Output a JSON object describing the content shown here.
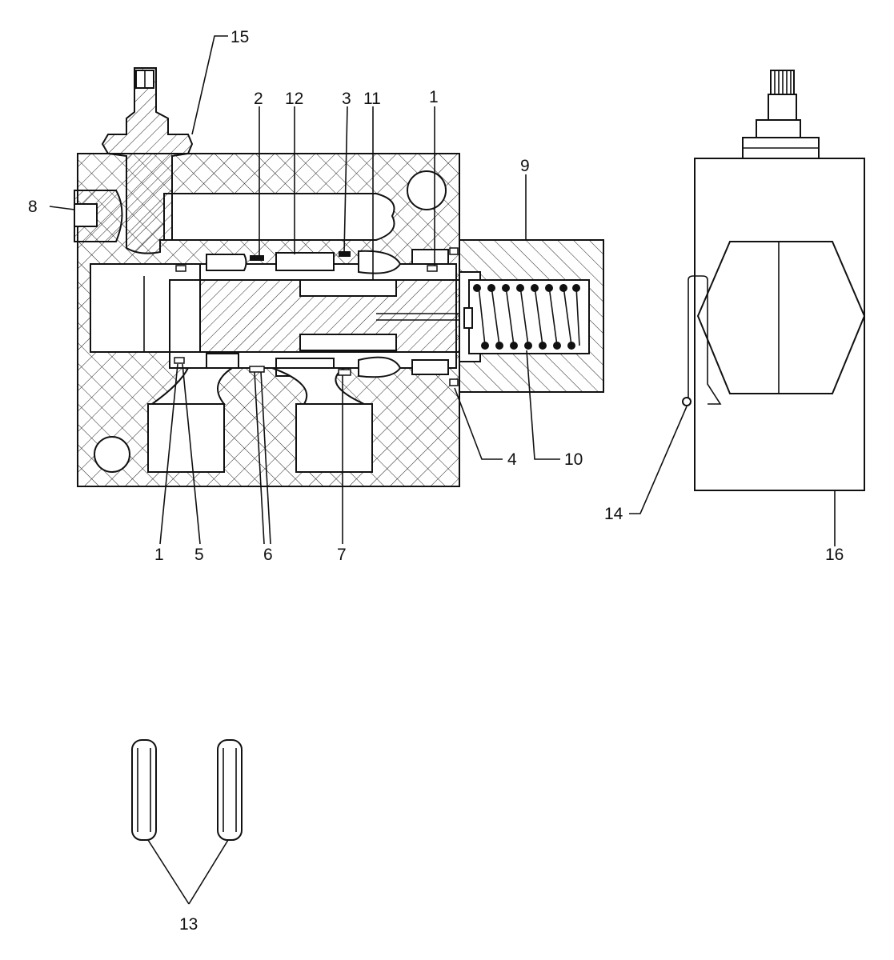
{
  "callouts": {
    "c1_top": "1",
    "c2": "2",
    "c3": "3",
    "c11": "11",
    "c12": "12",
    "c15": "15",
    "c8": "8",
    "c9": "9",
    "c4": "4",
    "c10": "10",
    "c1_bottom": "1",
    "c5": "5",
    "c6": "6",
    "c7": "7",
    "c13": "13",
    "c14": "14",
    "c16": "16"
  },
  "colors": {
    "line": "#111111",
    "background": "#ffffff",
    "seal": "#111111"
  }
}
